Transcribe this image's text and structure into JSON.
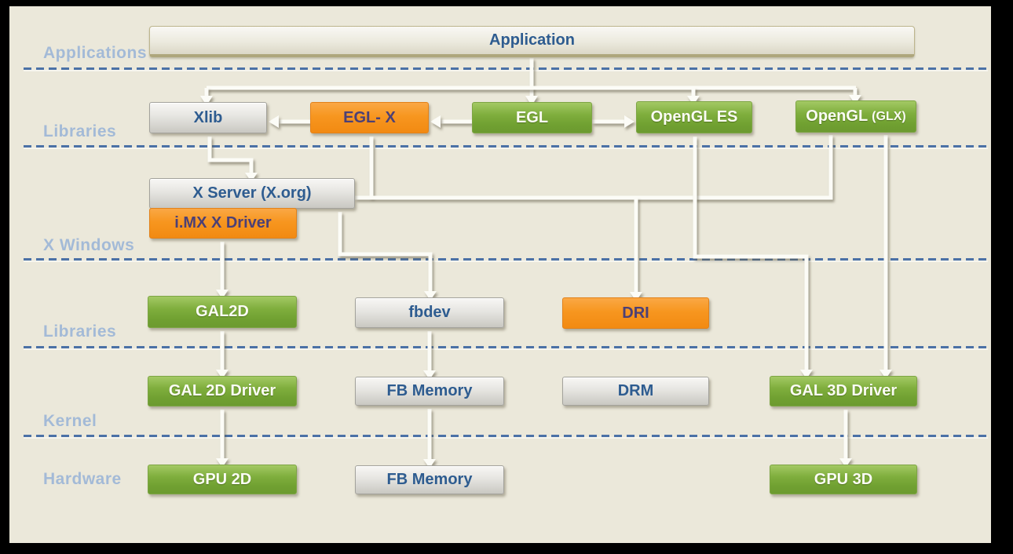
{
  "colors": {
    "frame_color": "#000000",
    "canvas_color": "#ebe8da",
    "green": "#74a434",
    "orange": "#f6941d",
    "gray_box": "#e2e0da",
    "label_blue": "#a3bad7",
    "divider_blue": "#4b71a6",
    "text_blue": "#2e5c90",
    "text_purple": "#4c4076",
    "text_white": "#fbfcf4"
  },
  "layer_labels": [
    {
      "id": "applications",
      "label": "Applications"
    },
    {
      "id": "libraries-top",
      "label": "Libraries"
    },
    {
      "id": "x-windows",
      "label": "X Windows"
    },
    {
      "id": "libraries-bottom",
      "label": "Libraries"
    },
    {
      "id": "kernel",
      "label": "Kernel"
    },
    {
      "id": "hardware",
      "label": "Hardware"
    }
  ],
  "nodes": {
    "application": {
      "label": "Application",
      "style": "plain"
    },
    "xlib": {
      "label": "Xlib",
      "style": "gray"
    },
    "egl_x": {
      "label": "EGL- X",
      "style": "orange"
    },
    "egl": {
      "label": "EGL",
      "style": "green"
    },
    "opengl_es": {
      "label": "OpenGL ES",
      "style": "green"
    },
    "opengl_glx": {
      "label": "OpenGL",
      "suffix": "(GLX)",
      "style": "green"
    },
    "x_server": {
      "label": "X Server (X.org)",
      "style": "gray"
    },
    "imx_x_driver": {
      "label": "i.MX X Driver",
      "style": "orange"
    },
    "gal2d": {
      "label": "GAL2D",
      "style": "green"
    },
    "fbdev": {
      "label": "fbdev",
      "style": "gray"
    },
    "dri": {
      "label": "DRI",
      "style": "orange"
    },
    "gal_2d_driver": {
      "label": "GAL 2D Driver",
      "style": "green"
    },
    "fb_memory": {
      "label": "FB Memory",
      "style": "gray"
    },
    "drm": {
      "label": "DRM",
      "style": "gray"
    },
    "gal_3d_driver": {
      "label": "GAL 3D Driver",
      "style": "green"
    },
    "gpu_2d": {
      "label": "GPU 2D",
      "style": "green"
    },
    "fb_memory_hw": {
      "label": "FB Memory",
      "style": "gray"
    },
    "gpu_3d": {
      "label": "GPU 3D",
      "style": "green"
    }
  },
  "edges": [
    {
      "from": "application",
      "to": "xlib"
    },
    {
      "from": "application",
      "to": "egl"
    },
    {
      "from": "application",
      "to": "opengl_es"
    },
    {
      "from": "application",
      "to": "opengl_glx"
    },
    {
      "from": "egl",
      "to": "egl_x"
    },
    {
      "from": "egl_x",
      "to": "xlib"
    },
    {
      "from": "egl",
      "to": "opengl_es"
    },
    {
      "from": "xlib",
      "to": "x_server"
    },
    {
      "from": "egl_x",
      "to": "x_server"
    },
    {
      "from": "opengl_glx",
      "to": "x_server"
    },
    {
      "from": "x_server",
      "to": "dri"
    },
    {
      "from": "x_server",
      "to": "fbdev"
    },
    {
      "from": "imx_x_driver",
      "to": "gal2d"
    },
    {
      "from": "opengl_es",
      "to": "gal_3d_driver"
    },
    {
      "from": "opengl_glx",
      "to": "gal_3d_driver"
    },
    {
      "from": "gal2d",
      "to": "gal_2d_driver"
    },
    {
      "from": "fbdev",
      "to": "fb_memory"
    },
    {
      "from": "gal_2d_driver",
      "to": "gpu_2d"
    },
    {
      "from": "fb_memory",
      "to": "fb_memory_hw"
    },
    {
      "from": "gal_3d_driver",
      "to": "gpu_3d"
    }
  ]
}
